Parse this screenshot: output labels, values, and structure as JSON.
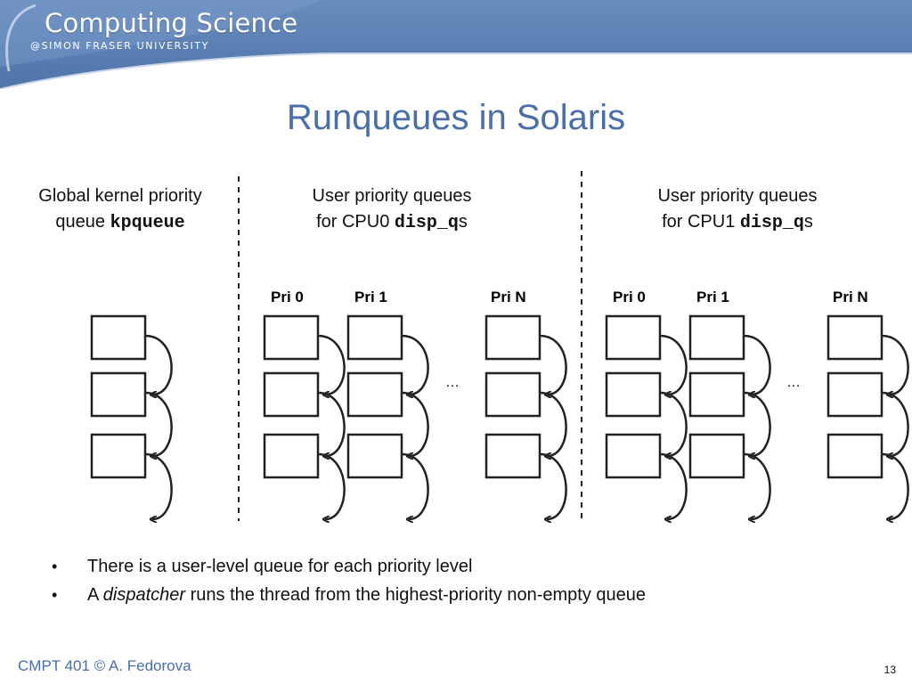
{
  "header": {
    "brand_title": "Computing Science",
    "brand_subtitle": "@SIMON FRASER UNIVERSITY",
    "banner_color": "#5b7fb1"
  },
  "slide_title": "Runqueues in Solaris",
  "groups": [
    {
      "line1": "Global kernel priority",
      "line2_prefix": "queue ",
      "code": "kpqueue",
      "suffix": ""
    },
    {
      "line1": "User priority queues",
      "line2_prefix": "for CPU0 ",
      "code": "disp_q",
      "suffix": "s"
    },
    {
      "line1": "User priority queues",
      "line2_prefix": "for CPU1 ",
      "code": "disp_q",
      "suffix": "s"
    }
  ],
  "cpu0_pri_labels": [
    "Pri 0",
    "Pri 1",
    "Pri N"
  ],
  "cpu1_pri_labels": [
    "Pri 0",
    "Pri 1",
    "Pri N"
  ],
  "ellipsis": "…",
  "bullets": [
    {
      "text": "There is a user-level queue for each priority level"
    },
    {
      "prefix": "A ",
      "emphasis": "dispatcher",
      "rest": " runs the thread from the highest-priority non-empty queue"
    }
  ],
  "bullet_symbol": "•",
  "footer": "CMPT 401 © A. Fedorova",
  "page_number": "13"
}
